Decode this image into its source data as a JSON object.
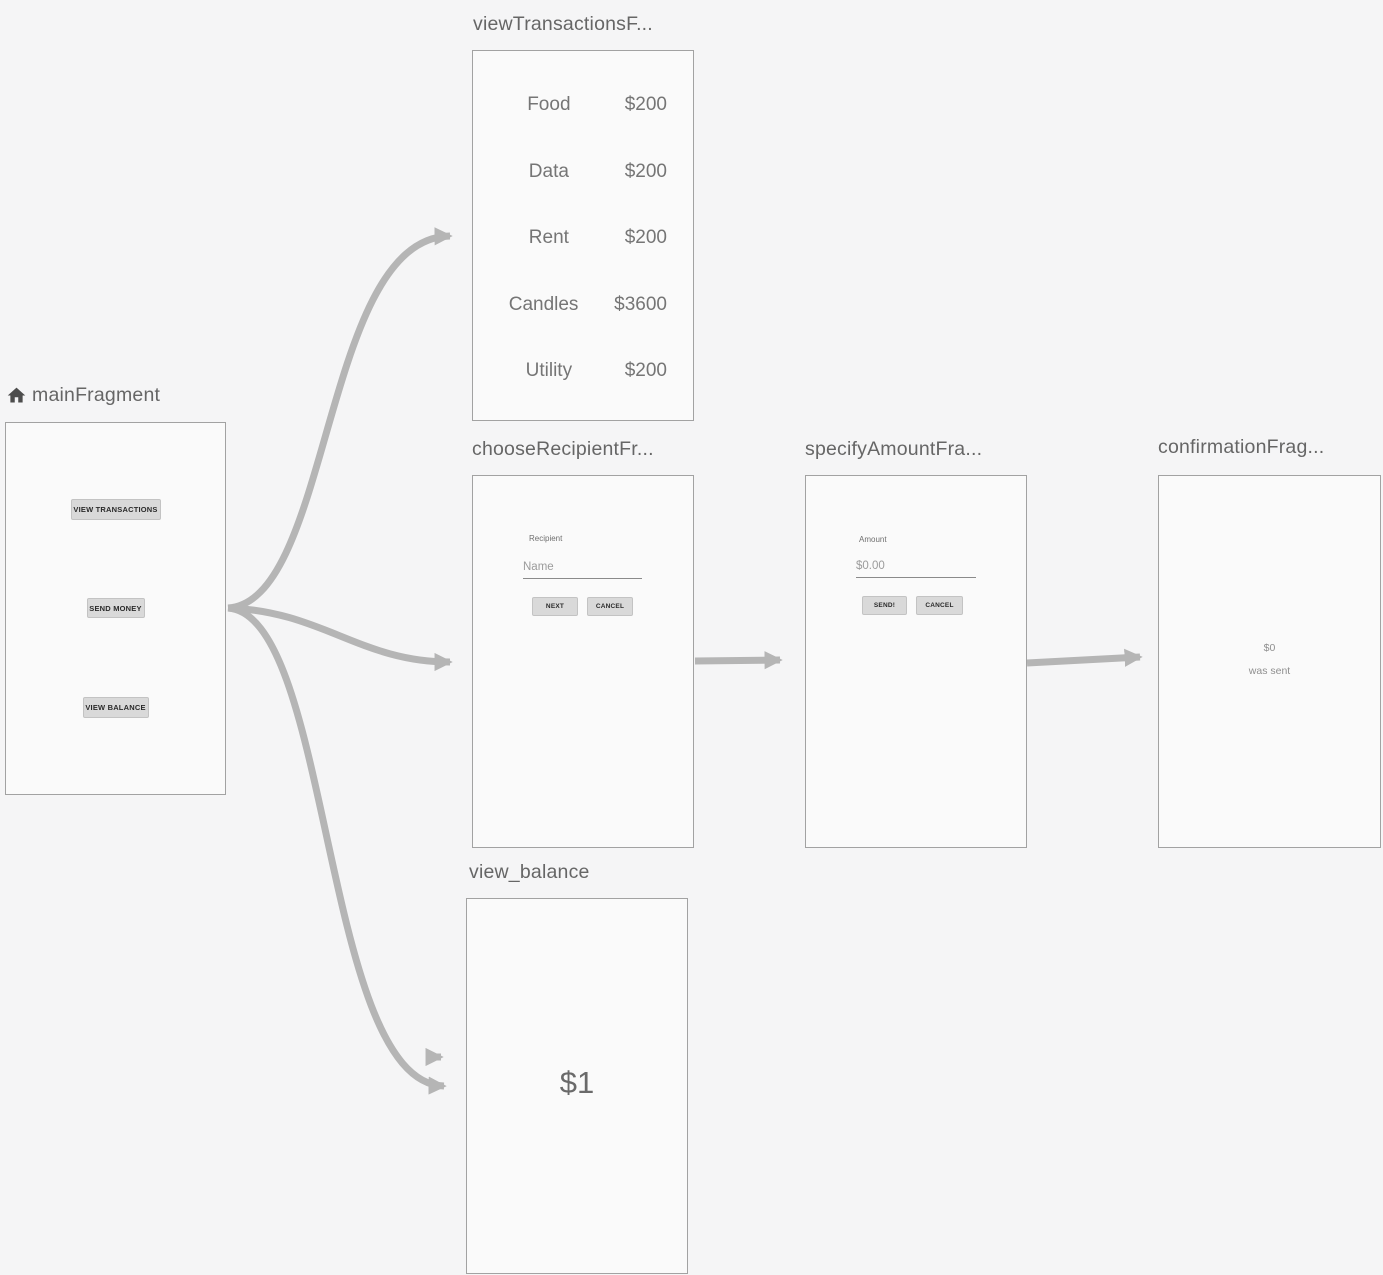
{
  "fragments": {
    "main": {
      "title": "mainFragment",
      "icon": "home",
      "buttons": [
        {
          "label": "VIEW TRANSACTIONS"
        },
        {
          "label": "SEND MONEY"
        },
        {
          "label": "VIEW BALANCE"
        }
      ]
    },
    "view_transactions": {
      "title": "viewTransactionsF...",
      "rows": [
        {
          "label": "Food",
          "amount": "$200"
        },
        {
          "label": "Data",
          "amount": "$200"
        },
        {
          "label": "Rent",
          "amount": "$200"
        },
        {
          "label": "Candles",
          "amount": "$3600"
        },
        {
          "label": "Utility",
          "amount": "$200"
        }
      ]
    },
    "choose_recipient": {
      "title": "chooseRecipientFr...",
      "field_label": "Recipient",
      "field_placeholder": "Name",
      "buttons": [
        {
          "label": "NEXT"
        },
        {
          "label": "CANCEL"
        }
      ]
    },
    "specify_amount": {
      "title": "specifyAmountFra...",
      "field_label": "Amount",
      "field_placeholder": "$0.00",
      "buttons": [
        {
          "label": "SEND!"
        },
        {
          "label": "CANCEL"
        }
      ]
    },
    "confirmation": {
      "title": "confirmationFrag...",
      "amount": "$0",
      "message": "was sent"
    },
    "view_balance": {
      "title": "view_balance",
      "balance": "$1"
    }
  }
}
